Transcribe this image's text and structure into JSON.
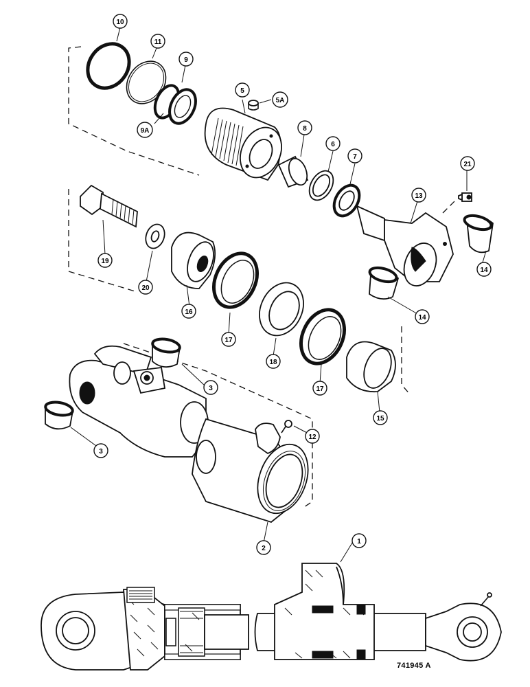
{
  "drawing_number": "741945 A",
  "callouts": {
    "c1": "1",
    "c2": "2",
    "c3a": "3",
    "c3b": "3",
    "c5": "5",
    "c5a": "5A",
    "c6": "6",
    "c7": "7",
    "c8": "8",
    "c9": "9",
    "c9a": "9A",
    "c10": "10",
    "c11": "11",
    "c12": "12",
    "c13": "13",
    "c14a": "14",
    "c14b": "14",
    "c15": "15",
    "c16": "16",
    "c17a": "17",
    "c17b": "17",
    "c18": "18",
    "c19": "19",
    "c20": "20",
    "c21": "21"
  }
}
